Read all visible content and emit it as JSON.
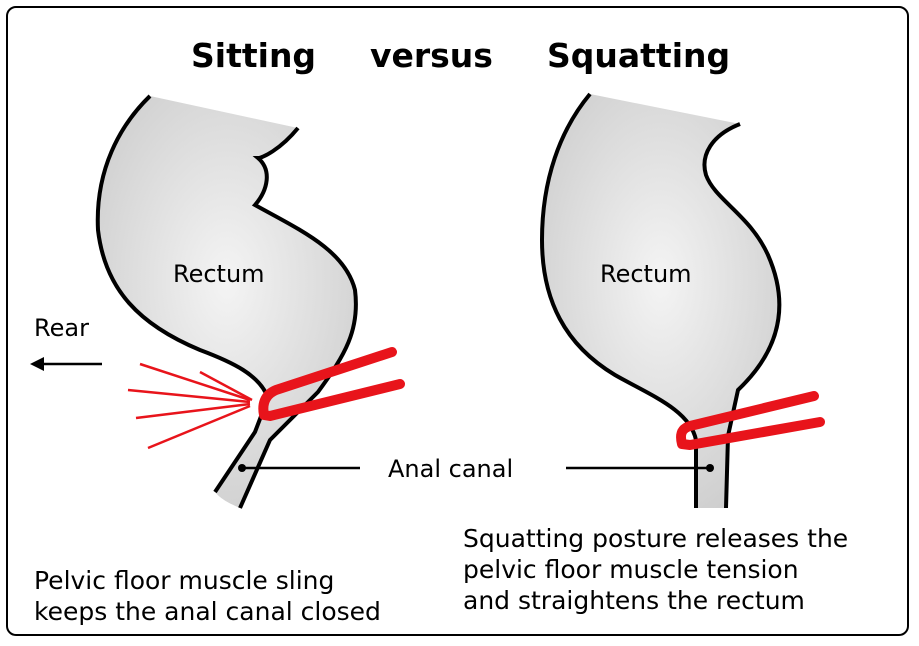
{
  "title": {
    "left": "Sitting",
    "middle": "versus",
    "right": "Squatting"
  },
  "labels": {
    "rectum_left": "Rectum",
    "rectum_right": "Rectum",
    "rear": "Rear",
    "anal_canal": "Anal canal"
  },
  "captions": {
    "left": [
      "Pelvic floor muscle sling",
      "keeps the anal canal closed"
    ],
    "right": [
      "Squatting posture releases the",
      "pelvic floor muscle tension",
      "and straightens the rectum"
    ]
  },
  "colors": {
    "organ_fill": "#d9d9d9",
    "outline": "#000000",
    "muscle": "#e8141b"
  }
}
